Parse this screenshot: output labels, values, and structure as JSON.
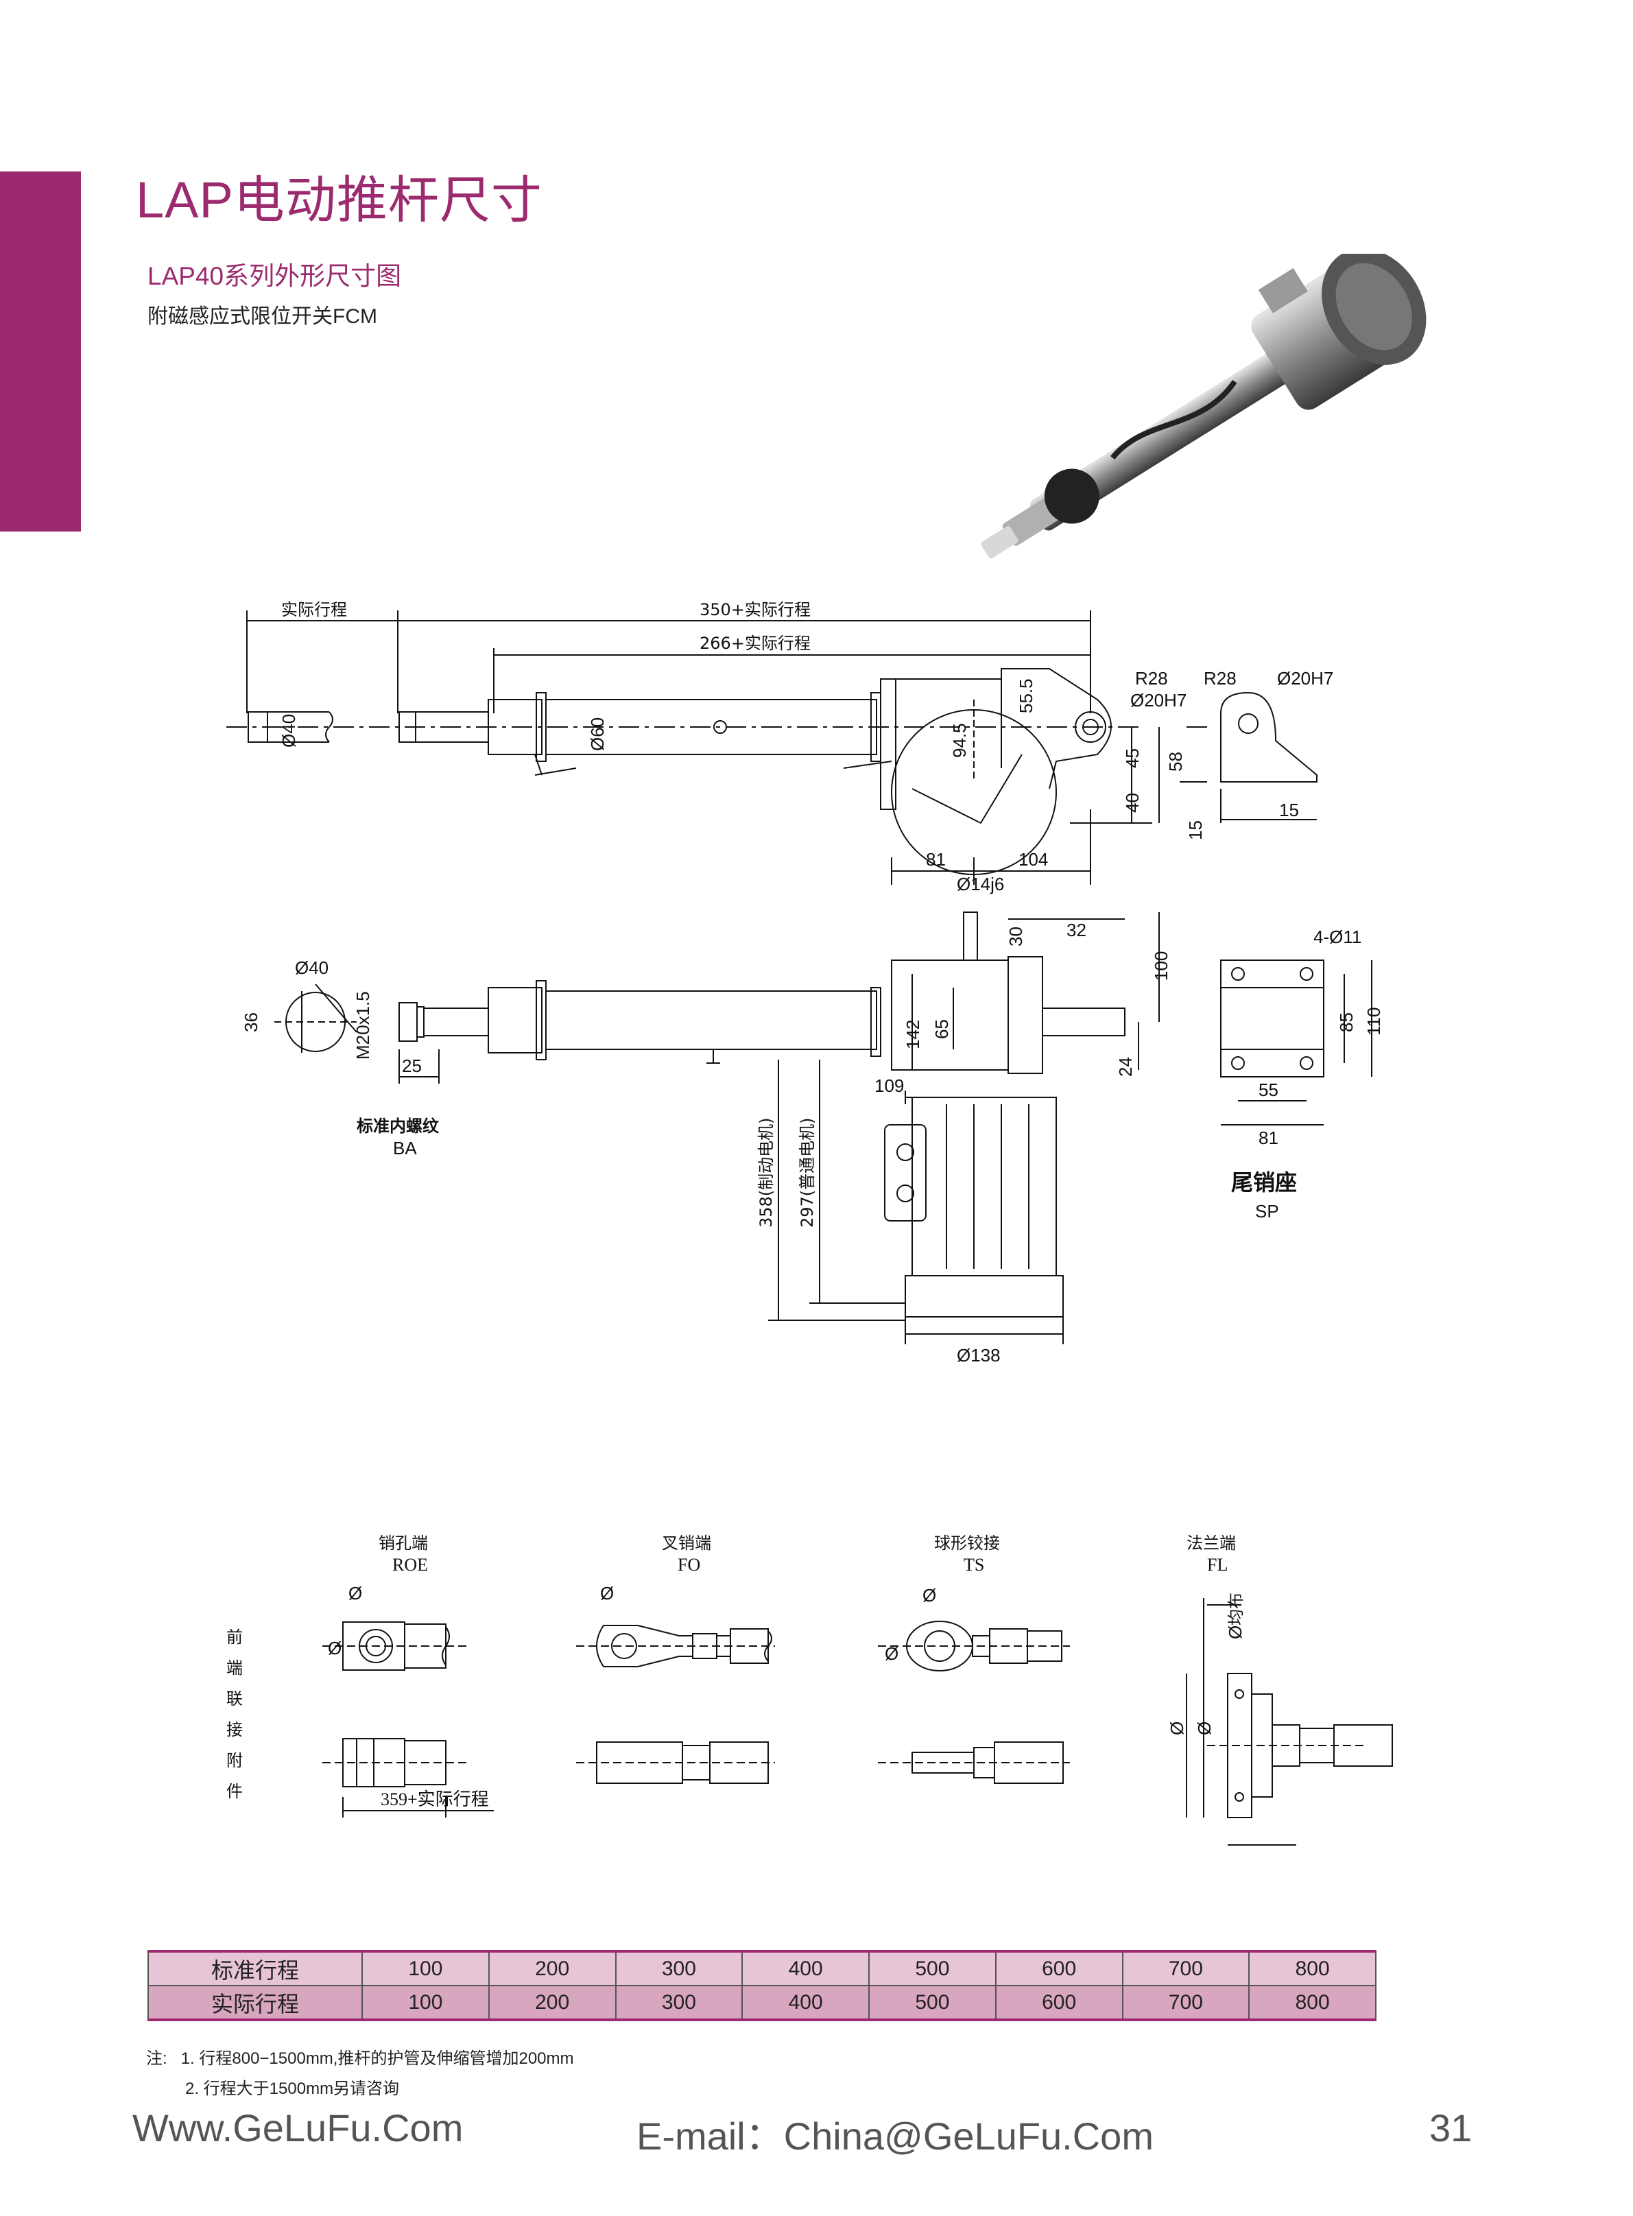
{
  "header": {
    "title": "LAP电动推杆尺寸",
    "subtitle": "LAP40系列外形尺寸图",
    "subtitle2": "附磁感应式限位开关FCM"
  },
  "drawing": {
    "top_view": {
      "actual_stroke": "实际行程",
      "len_350": "350+实际行程",
      "len_266": "266+实际行程",
      "d40": "Ø40",
      "d60": "Ø60",
      "r28": "R28",
      "d20h7": "Ø20H7",
      "v55_5": "55.5",
      "v94_5": "94.5",
      "v45": "45",
      "v40": "40",
      "v58": "58",
      "v81": "81",
      "v104": "104",
      "v15a": "15",
      "v15b": "15"
    },
    "side_view": {
      "d14j6": "Ø14j6",
      "v30": "30",
      "v32": "32",
      "v100": "100",
      "d40": "Ø40",
      "v36": "36",
      "m20": "M20x1.5",
      "v25": "25",
      "v142": "142",
      "v65": "65",
      "v24": "24",
      "v109": "109",
      "v358": "358(制动电机)",
      "v297": "297(普通电机)",
      "d138": "Ø138",
      "thread_label": "标准内螺纹",
      "thread_code": "BA"
    },
    "tail_seat": {
      "holes": "4-Ø11",
      "v85": "85",
      "v110": "110",
      "v55": "55",
      "v81": "81",
      "name": "尾销座",
      "code": "SP"
    },
    "attachments": {
      "side_label": [
        "前",
        "端",
        "联",
        "接",
        "附",
        "件"
      ],
      "items": [
        {
          "name": "销孔端",
          "code": "ROE"
        },
        {
          "name": "叉销端",
          "code": "FO"
        },
        {
          "name": "球形铰接",
          "code": "TS"
        },
        {
          "name": "法兰端",
          "code": "FL"
        }
      ],
      "phi": "Ø",
      "len_359": "359+实际行程",
      "uniform": "均布"
    }
  },
  "table": {
    "row1_label": "标准行程",
    "row2_label": "实际行程",
    "row1": [
      "100",
      "200",
      "300",
      "400",
      "500",
      "600",
      "700",
      "800"
    ],
    "row2": [
      "100",
      "200",
      "300",
      "400",
      "500",
      "600",
      "700",
      "800"
    ]
  },
  "notes": {
    "prefix": "注:",
    "n1": "1. 行程800−1500mm,推杆的护管及伸缩管增加200mm",
    "n2": "2. 行程大于1500mm另请咨询"
  },
  "footer": {
    "website": "Www.GeLuFu.Com",
    "email": "E-mail：China@GeLuFu.Com",
    "page": "31"
  },
  "colors": {
    "brand": "#9c2a6e",
    "table_row1": "#e7c5d6",
    "table_row2": "#d9a6bf"
  }
}
